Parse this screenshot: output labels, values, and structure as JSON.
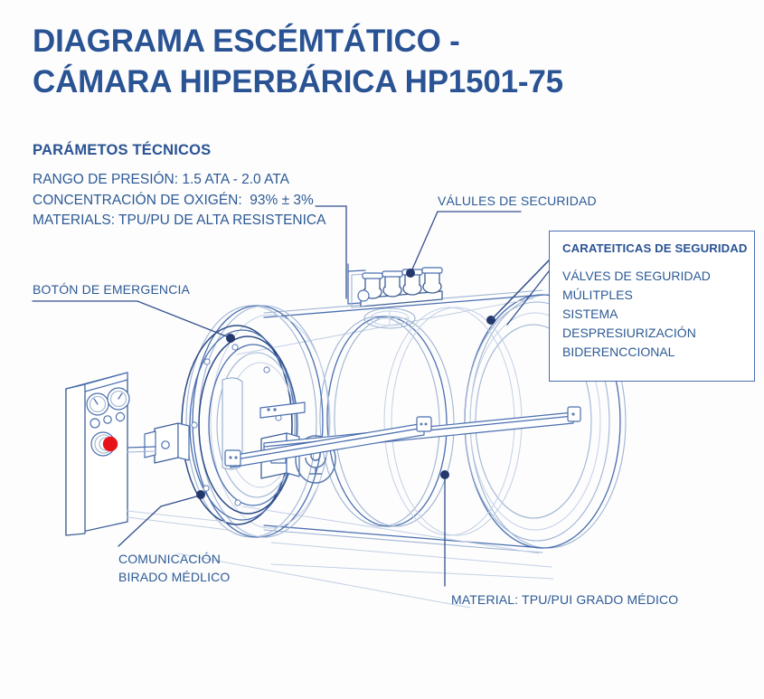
{
  "page": {
    "background_color": "#fdfdfe",
    "primary_blue": "#2a5394",
    "text_blue": "#2d5a94",
    "line_blue": "#3f6096",
    "light_line_blue": "#9fb4d2",
    "accent_red": "#e8121a"
  },
  "title": {
    "line1": "DIAGRAMA ESCÉMTÁTICO -",
    "line2": "CÁMARA HIPERBÁRICA HP1501-75",
    "full": "DIAGRAMA ESCÉMTÁTICO -\nCÁMARA HIPERBÁRICA HP1501-75"
  },
  "parameters": {
    "heading": "PARÁMETOS TÉCNICOS",
    "items": [
      "RANGO DE PRESIÓN: 1.5 ATA - 2.0 ATA",
      "CONCENTRACIÓN DE OXIGÉN:  93% ± 3%",
      "MATERIALS: TPU/PU DE ALTA RESISTENICA"
    ],
    "block": "RANGO DE PRESIÓN: 1.5 ATA - 2.0 ATA\nCONCENTRACIÓN DE OXIGÉN:  93% ± 3%\nMATERIALS: TPU/PU DE ALTA RESISTENICA"
  },
  "callouts": {
    "valves": "VÁLULES DE SECURIDAD",
    "emergency_button": "BOTÓN DE EMERGENCIA",
    "communication": "COMUNICACIÓN\nBIRADO MÉDLICO",
    "material": "MATERIAL: TPU/PUI GRADO MÉDICO"
  },
  "safety_box": {
    "title": "CARATEITICAS DE SEGURIDAD",
    "lines": [
      "VÁLVES DE SEGURIDAD",
      "MÚLITPLES",
      "SISTEMA",
      "DESPRESIURIZACIÓN",
      "BIDERENCCIONAL"
    ],
    "block": "VÁLVES DE SEGURIDAD\nMÚLITPLES\nSISTEMA\nDESPRESIURIZACIÓN\nBIDERENCCIONAL"
  },
  "diagram": {
    "subject": "hyperbaric-chamber-cutaway",
    "control_panel": {
      "gauges": 2,
      "small_buttons": 3,
      "emergency_button_color": "#e8121a"
    },
    "valve_manifold": {
      "valve_count": 4
    },
    "door": {
      "latch_count": 2,
      "microphone_icon": "microphone-icon"
    },
    "handrails": 2
  }
}
